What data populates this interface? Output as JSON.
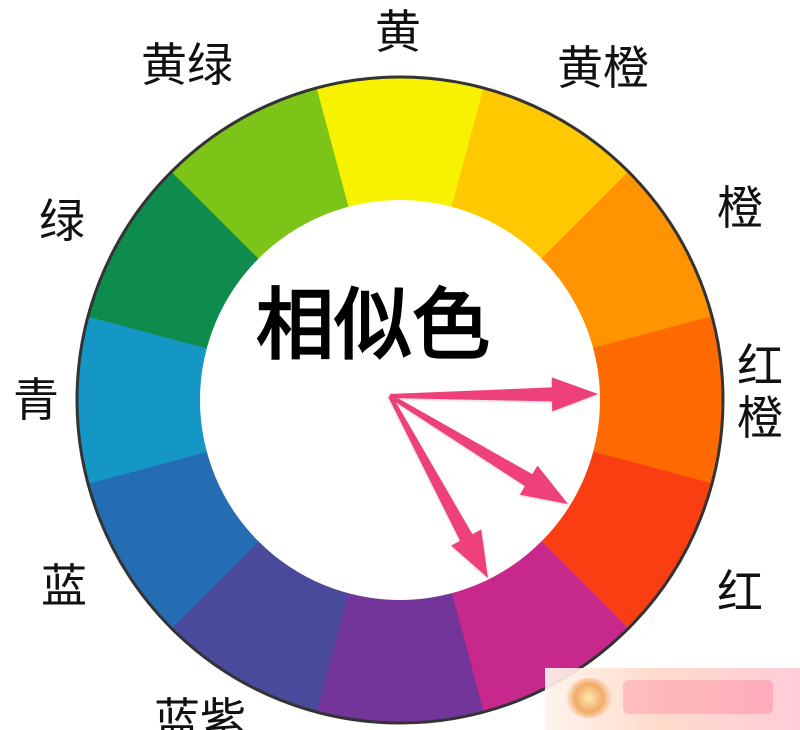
{
  "diagram": {
    "title": "相似色",
    "segments": [
      {
        "label": "黄",
        "color": "#f7f200"
      },
      {
        "label": "黄橙",
        "color": "#ffc800"
      },
      {
        "label": "橙",
        "color": "#ff9300"
      },
      {
        "label": "红橙",
        "color": "#ff6a00"
      },
      {
        "label": "红",
        "color": "#f93f12"
      },
      {
        "label": "",
        "color": "#c7288c"
      },
      {
        "label": "",
        "color": "#74359a"
      },
      {
        "label": "蓝紫",
        "color": "#4a4a9c"
      },
      {
        "label": "蓝",
        "color": "#246db3"
      },
      {
        "label": "青",
        "color": "#1497c4"
      },
      {
        "label": "绿",
        "color": "#0d8c4d"
      },
      {
        "label": "黄绿",
        "color": "#7cc417"
      }
    ],
    "arrow_targets": [
      "红橙",
      "红",
      ""
    ],
    "arrow_color": "#ee3f79",
    "ring_outline_color": "#333333"
  }
}
